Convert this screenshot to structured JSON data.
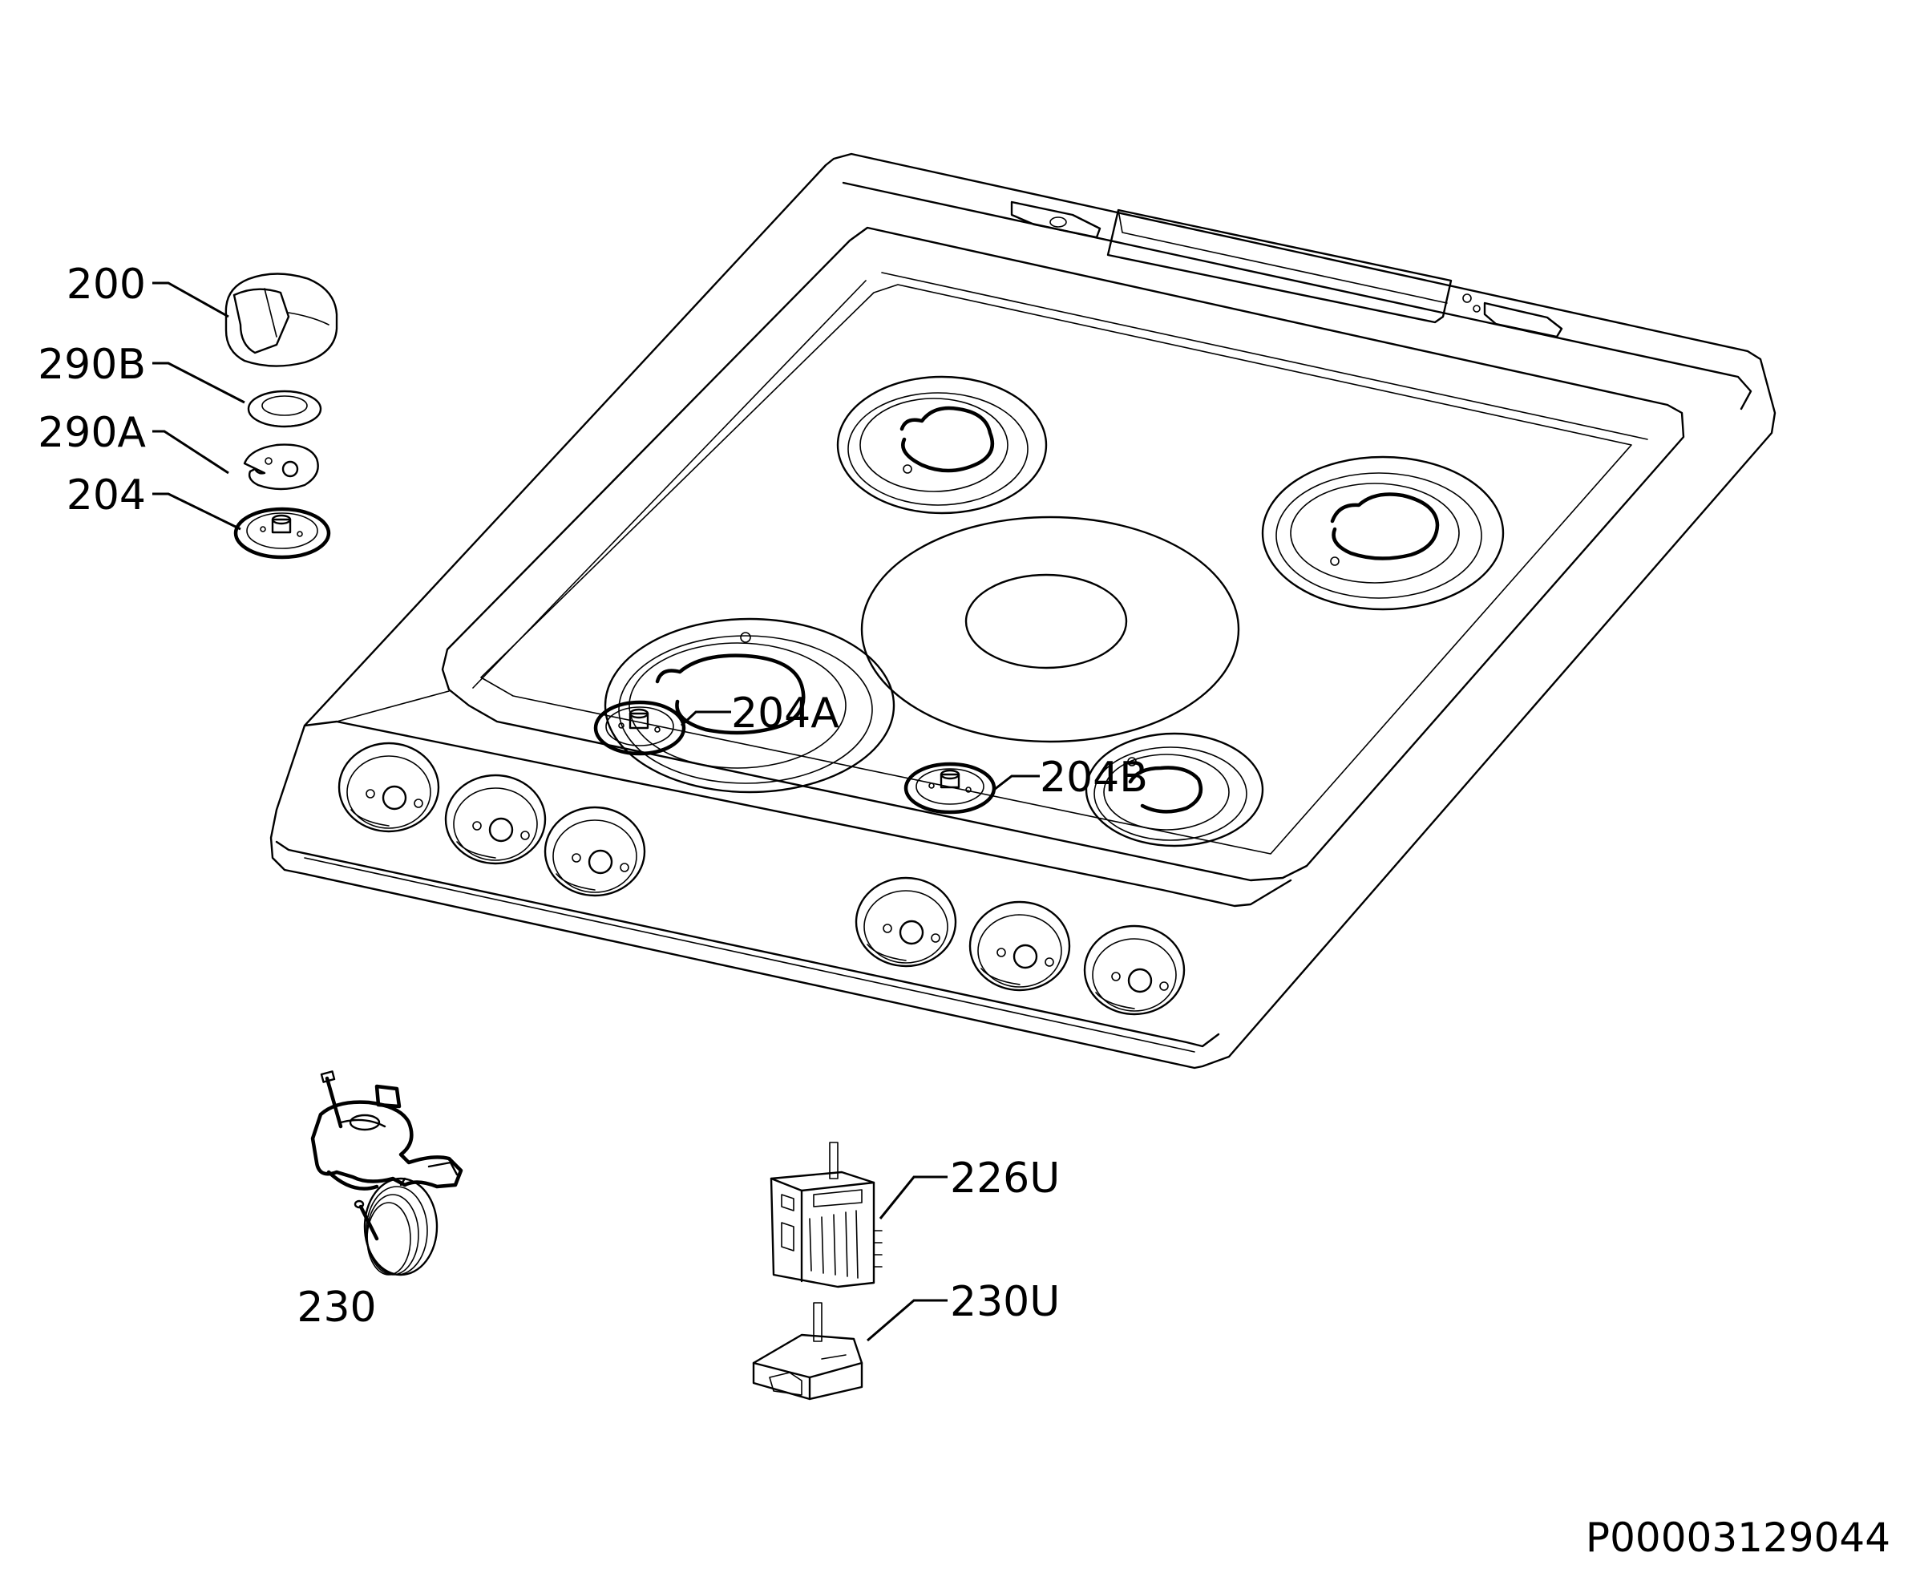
{
  "parts": {
    "p200": "200",
    "p290B": "290B",
    "p290A": "290A",
    "p204": "204",
    "p204A": "204A",
    "p204B": "204B",
    "p226U": "226U",
    "p230U": "230U",
    "p230": "230"
  },
  "document_id": "P00003129044"
}
